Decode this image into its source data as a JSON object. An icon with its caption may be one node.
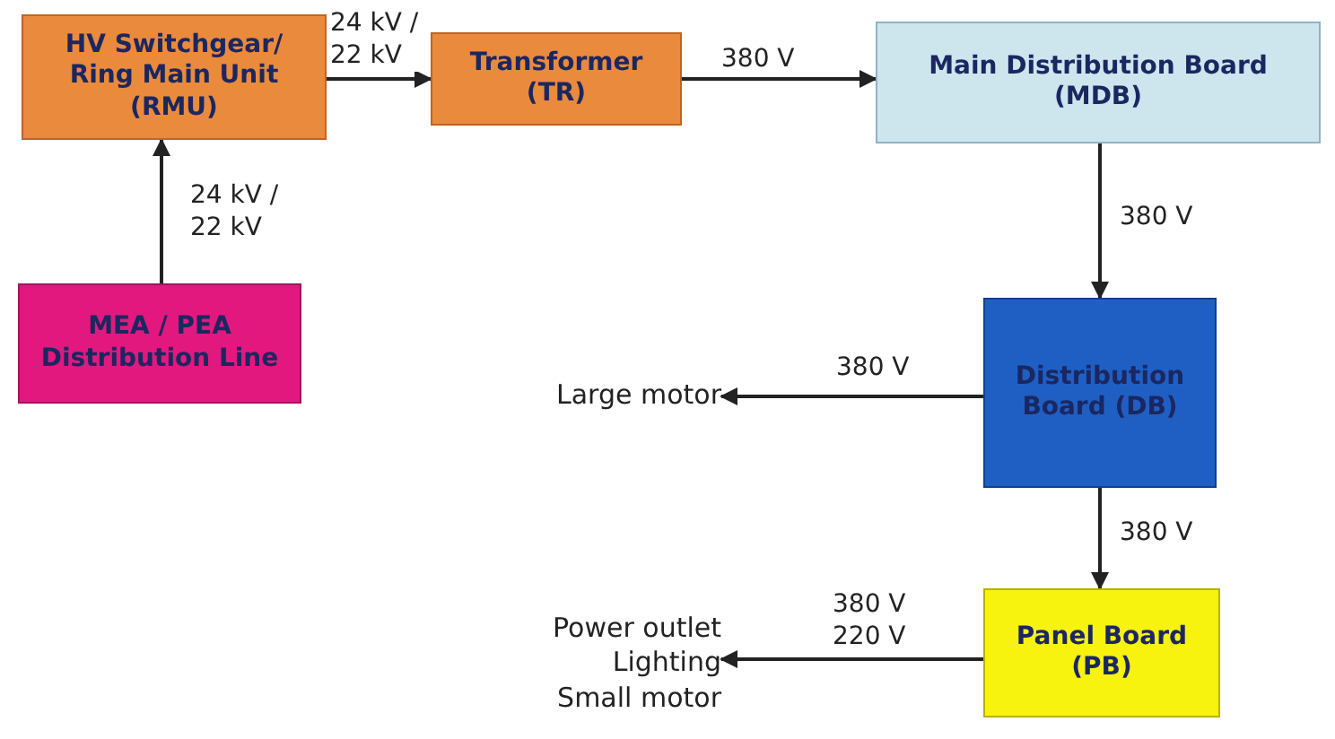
{
  "diagram": {
    "nodes": [
      {
        "text": [
          "HV Switchgear/ Ring Main Unit (RMU)"
        ]
      },
      {
        "text": [
          "Transformer (TR)"
        ]
      },
      {
        "text": [
          "Main Distribution Board (MDB)"
        ]
      },
      {
        "text": [
          "MEA / PEA Distribution Line"
        ]
      },
      {
        "text": [
          "Distribution Board (DB)"
        ]
      },
      {
        "text": [
          "Large motor"
        ]
      },
      {
        "text": [
          "Panel Board (PB)"
        ]
      },
      {
        "text": [
          "Power outlet",
          "Lighting",
          "Small motor"
        ]
      }
    ],
    "edges": [
      {
        "from": 3,
        "to": 0,
        "arrow": "to",
        "label": "24 kV / 22 kV"
      },
      {
        "from": 0,
        "to": 1,
        "arrow": "to",
        "label": "24 kV / 22 kV"
      },
      {
        "from": 1,
        "to": 2,
        "arrow": "to",
        "label": "380 V"
      },
      {
        "from": 2,
        "to": 4,
        "arrow": "to",
        "label": "380 V"
      },
      {
        "from": 4,
        "to": 5,
        "arrow": "to",
        "label": "380 V"
      },
      {
        "from": 4,
        "to": 6,
        "arrow": "to",
        "label": "380 V"
      },
      {
        "from": 6,
        "to": 7,
        "arrow": "to",
        "label": "380 V 220 V"
      }
    ]
  }
}
